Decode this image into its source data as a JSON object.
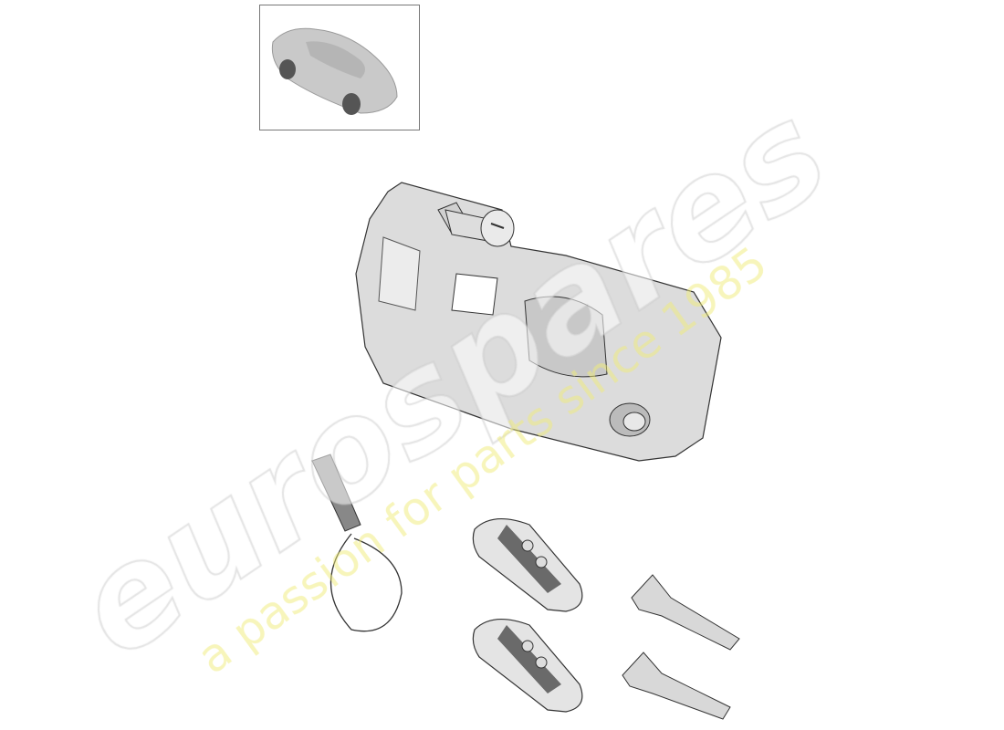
{
  "diagram": {
    "thumbnail": {
      "subject": "car-overview"
    },
    "parts": [
      "steering-lock-housing",
      "lock-cylinder",
      "emergency-key-tag",
      "remote-key-1",
      "remote-key-2",
      "key-blade-1",
      "key-blade-2"
    ]
  },
  "watermark": {
    "brand": "eurospares",
    "tagline": "a passion for parts since 1985",
    "colors": {
      "brand": "#e6e6e6",
      "tagline": "#f0eb78"
    }
  }
}
